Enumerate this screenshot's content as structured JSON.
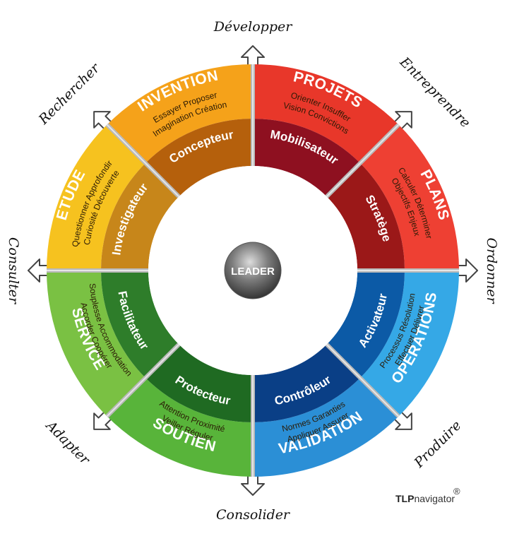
{
  "center": {
    "label": "LEADER"
  },
  "segments": [
    {
      "title": "INVENTION",
      "role": "Concepteur",
      "lines": [
        "Essayer Proposer",
        "Imagination Création"
      ],
      "color_outer": "#f5a21a",
      "color_inner": "#b5600c"
    },
    {
      "title": "PROJETS",
      "role": "Mobilisateur",
      "lines": [
        "Orienter Insuffler",
        "Vision Convictions"
      ],
      "color_outer": "#e8372a",
      "color_inner": "#8e1020"
    },
    {
      "title": "PLANS",
      "role": "Stratège",
      "lines": [
        "Calculer Déterminer",
        "Objectifs Enjeux"
      ],
      "color_outer": "#ee4033",
      "color_inner": "#9b1818"
    },
    {
      "title": "OPERATIONS",
      "role": "Activateur",
      "lines": [
        "Processus Résolution",
        "Effectuer Délivrer"
      ],
      "color_outer": "#35a8e6",
      "color_inner": "#0c5aa6"
    },
    {
      "title": "VALIDATION",
      "role": "Contrôleur",
      "lines": [
        "Normes Garanties",
        "Appliquer Assurer"
      ],
      "color_outer": "#2b8fd6",
      "color_inner": "#0a3f86"
    },
    {
      "title": "SOUTIEN",
      "role": "Protecteur",
      "lines": [
        "Attention Proximité",
        "Veiller Réguler"
      ],
      "color_outer": "#58b43a",
      "color_inner": "#1f6a22"
    },
    {
      "title": "SERVICE",
      "role": "Facilitateur",
      "lines": [
        "Souplesse Accommodation",
        "Accorder Coopérer"
      ],
      "color_outer": "#7ac143",
      "color_inner": "#2e7d2a"
    },
    {
      "title": "ETUDE",
      "role": "Investigateur",
      "lines": [
        "Questionner Approfondir",
        "Curiosité Découverte"
      ],
      "color_outer": "#f6c21f",
      "color_inner": "#c7861a"
    }
  ],
  "actions": [
    {
      "label": "Développer"
    },
    {
      "label": "Entreprendre"
    },
    {
      "label": "Ordonner"
    },
    {
      "label": "Produire"
    },
    {
      "label": "Consolider"
    },
    {
      "label": "Adapter"
    },
    {
      "label": "Consulter"
    },
    {
      "label": "Rechercher"
    }
  ],
  "logo": {
    "bold": "TLP",
    "light": "navigator",
    "mark": "®"
  }
}
